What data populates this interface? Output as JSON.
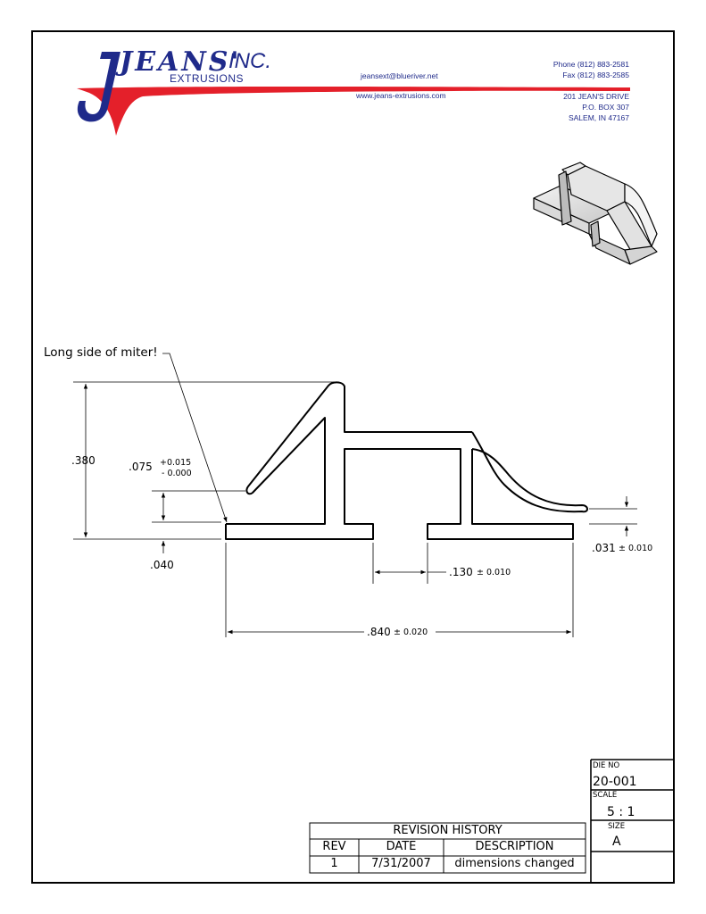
{
  "company": {
    "logo_text": "JEANS'",
    "logo_inc": "INC.",
    "logo_sub": "EXTRUSIONS",
    "email": "jeansext@blueriver.net",
    "website": "www.jeans-extrusions.com",
    "phone": "Phone (812) 883-2581",
    "fax": "Fax (812) 883-2585",
    "address_1": "201 JEAN'S DRIVE",
    "address_2": "P.O. BOX 307",
    "address_3": "SALEM, IN 47167",
    "colors": {
      "brand_blue": "#1f2a8a",
      "brand_red": "#e4202a"
    }
  },
  "drawing": {
    "note": "Long side of miter!",
    "dim_height": ".380",
    "dim_lip": ".075",
    "dim_lip_tol_plus": "+0.015",
    "dim_lip_tol_minus": "- 0.000",
    "dim_base": ".040",
    "dim_gap": ".130",
    "dim_gap_tol": "± 0.010",
    "dim_width": ".840",
    "dim_width_tol": "± 0.020",
    "dim_wall": ".031",
    "dim_wall_tol": "± 0.010"
  },
  "title_block": {
    "die_no_label": "DIE NO",
    "die_no": "20-001",
    "scale_label": "SCALE",
    "scale": "5 : 1",
    "size_label": "SIZE",
    "size": "A"
  },
  "revision_history": {
    "title": "REVISION HISTORY",
    "headers": [
      "REV",
      "DATE",
      "DESCRIPTION"
    ],
    "rows": [
      {
        "rev": "1",
        "date": "7/31/2007",
        "description": "dimensions changed"
      }
    ]
  }
}
